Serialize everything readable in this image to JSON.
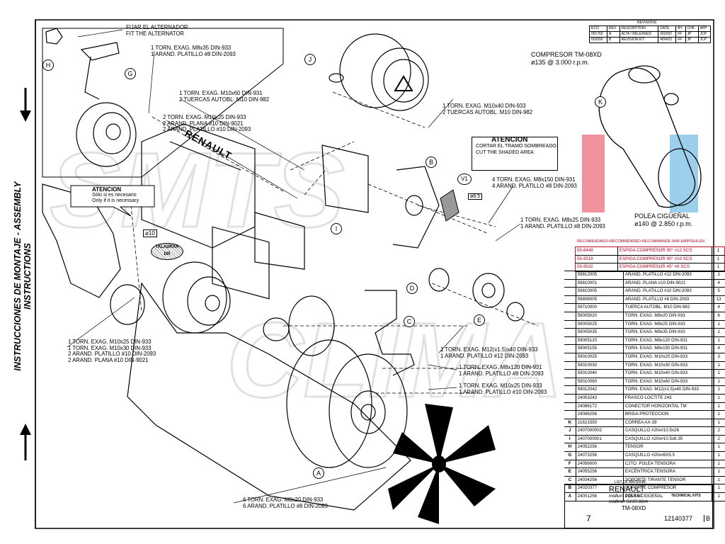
{
  "side_title": "INSTRUCCIONES DE MONTAJE - ASSEMBLY INSTRUCTIONS",
  "callouts": {
    "fit_alternator": [
      "FIJAR EL ALTERNADOR",
      "FIT THE ALTERNATOR"
    ],
    "c1": [
      "1  TORN. EXAG. M8x35 DIN-933",
      "1  ARAND. PLATILLO #8 DIN-2093"
    ],
    "c2": [
      "1  TORN. EXAG. M10x60 DIN-931",
      "2  TUERCAS AUTOBL. M10 DIN-982"
    ],
    "c3": [
      "2  TORN. EXAG. M10x25 DIN-933",
      "2  ARAND. PLANA #10 DIN-9021",
      "2  ARAND. PLATILLO #10 DIN-2093"
    ],
    "c4": [
      "1  TORN. EXAG. M10x40 DIN-933",
      "2  TUERCAS AUTOBL. M10 DIN-982"
    ],
    "c5": [
      "4  TORN. EXAG. M8x150 DIN-931",
      "4  ARAND. PLATILLO #8 DIN-2093"
    ],
    "c6": [
      "1  TORN. EXAG. M8x25 DIN-933",
      "1  ARAND. PLATILLO #8 DIN-2093"
    ],
    "c7": [
      "1  TORN. EXAG. M10x25 DIN-933",
      "1  TORN. EXAG. M10x30 DIN-933",
      "2  ARAND. PLATILLO #10 DIN-2093",
      "2  ARAND. PLANA #10 DIN-9021"
    ],
    "c8": [
      "1  TORN. EXAG. M12(x1.5)x40 DIN-933",
      "1  ARAND. PLATILLO #12 DIN-2093"
    ],
    "c9": [
      "1  TORN. EXAG. M8x120 DIN-931",
      "1  ARAND. PLATILLO #8 DIN-2093"
    ],
    "c10": [
      "1  TORN. EXAG. M10x25 DIN-933",
      "1  ARAND. PLATILLO #10 DIN-2093"
    ],
    "c11": [
      "6  TORN. EXAG. M8x20 DIN-933",
      "6  ARAND. PLATILLO #8 DIN-2093"
    ]
  },
  "atencion_small": [
    "ATENCION",
    "Sólo si es necesario",
    "Only if it is necessary"
  ],
  "atencion_big": [
    "ATENCION",
    "CORTAR EL TRAMO SOMBREADO",
    "CUT THE SHADED AREA"
  ],
  "taladrar": [
    "TALADRAR",
    "DR"
  ],
  "dia10": "ø10",
  "dia85": "ø8.5",
  "renault_engine": "RENAULT",
  "compressor": [
    "COMPRESOR TM-08XD",
    "ø135 @ 3.000 r.p.m."
  ],
  "pulley": [
    "POLEA CIGÜEÑAL",
    "ø140 @ 2.850 r.p.m."
  ],
  "letters": [
    "A",
    "B",
    "C",
    "D",
    "E",
    "G",
    "H",
    "I",
    "J",
    "K",
    "V1"
  ],
  "revisions": {
    "title": "REVISIONS",
    "rows": [
      [
        "ECO",
        "REV",
        "DESCRIPTION",
        "DATE",
        "BY",
        "CHK",
        "APP"
      ],
      [
        "001762",
        "A",
        "ALTA / RELEASED",
        "6/02/02",
        "FF",
        "JP",
        "JCP"
      ],
      [
        "002656",
        "B",
        "REVISION KIT",
        "4/04/03",
        "FF",
        "JP",
        "JCP"
      ]
    ]
  },
  "recommended": {
    "header": "RECOMENDADO-RECOMMENDED-RECOMMANDE-WIR EMPFEHLEN",
    "rows": [
      [
        "55-6449",
        "ESPIGA COMPRESOR 90° #12 SCS",
        "1"
      ],
      [
        "55-9518",
        "ESPIGA COMPRESOR 90° #10 SCS",
        "1"
      ],
      [
        "55-9532",
        "ESPIGA COMPRESOR 45° #8 SCS",
        "1"
      ]
    ]
  },
  "parts": [
    [
      "",
      "59812005",
      "ARAND. PLATILLO #12 DIN-2093",
      "1"
    ],
    [
      "",
      "59810001",
      "ARAND. PLANA #10 DIN-9021",
      "4"
    ],
    [
      "",
      "59810005",
      "ARAND. PLATILLO #10 DIN-2093",
      "5"
    ],
    [
      "",
      "59808005",
      "ARAND. PLATILLO #8 DIN-2093",
      "13"
    ],
    [
      "",
      "59710000",
      "TUERCA AUTOBL. M10 DIN-982",
      "4"
    ],
    [
      "",
      "59005020",
      "TORN. EXAG. M8x20 DIN-933",
      "6"
    ],
    [
      "",
      "59005025",
      "TORN. EXAG. M8x25 DIN-933",
      "1"
    ],
    [
      "",
      "59005035",
      "TORN. EXAG. M8x35 DIN-933",
      "1"
    ],
    [
      "",
      "59005120",
      "TORN. EXAG. M8x120 DIN-931",
      "1"
    ],
    [
      "",
      "59005155",
      "TORN. EXAG. M8x150 DIN-931",
      "4"
    ],
    [
      "",
      "59010025",
      "TORN. EXAG. M10x25 DIN-933",
      "3"
    ],
    [
      "",
      "59010030",
      "TORN. EXAG. M10x30 DIN-933",
      "1"
    ],
    [
      "",
      "59010040",
      "TORN. EXAG. M10x40 DIN-933",
      "1"
    ],
    [
      "",
      "59010060",
      "TORN. EXAG. M10x60 DIN-933",
      "1"
    ],
    [
      "",
      "59012042",
      "TORN. EXAG. M12(x1.5)x40 DIN-933",
      "1"
    ],
    [
      "",
      "24053243",
      "FRASCO LOCTITE 243",
      "1"
    ],
    [
      "",
      "24086172",
      "CONECTOR HORIZONTAL TM",
      "1"
    ],
    [
      "",
      "24086256",
      "BRIDA PROTECCION",
      "1"
    ],
    [
      "K",
      "21621550",
      "CORREA AX-39",
      "1"
    ],
    [
      "J",
      "2407000002",
      "CASQUILLO #20x#10.5x26",
      "2"
    ],
    [
      "I",
      "2407000001",
      "CASQUILLO #20x#10.5x8.35",
      "2"
    ],
    [
      "H",
      "24052256",
      "TENSOR",
      "1"
    ],
    [
      "G",
      "24073256",
      "CASQUILLO #20x#8X5.5",
      "1"
    ],
    [
      "F",
      "24056000",
      "CJTO. POLEA TENSORA",
      "1"
    ],
    [
      "E",
      "24055256",
      "EXCÉNTRICA TENSORA",
      "1"
    ],
    [
      "C",
      "24034256",
      "SOPORTE TIRANTE TENSOR",
      "1"
    ],
    [
      "B",
      "24020377",
      "SOPORTE COMPRESOR",
      "1"
    ],
    [
      "A",
      "24001256",
      "POLEA CIGÜEÑAL",
      "1"
    ]
  ],
  "list_title": "LIST OF MATERIAL",
  "title_block": {
    "model": "RENAULT",
    "model_sub": [
      "midlum 135/150",
      "midliner S135.08/A"
    ],
    "kit": "TM-08XD",
    "sheet": "7",
    "drawing_no": "12140377",
    "rev": "B",
    "company": "TECHNICAL KITS"
  },
  "colors": {
    "accent_red": "#c0122c",
    "accent_blue": "#3aa0d8",
    "line": "#000000",
    "watermark": "#c8c8c8"
  }
}
